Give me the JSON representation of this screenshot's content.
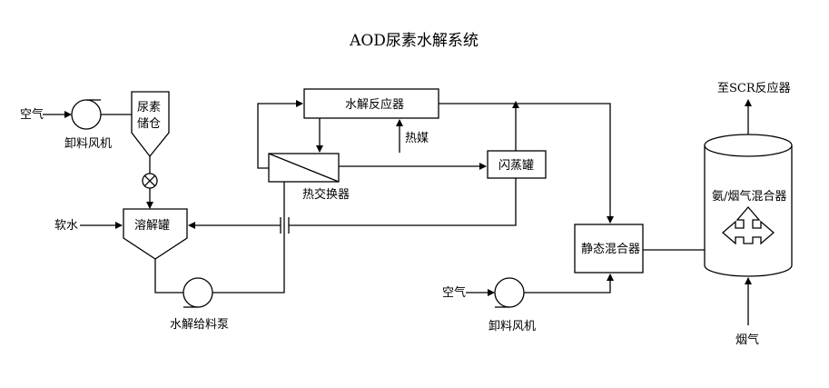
{
  "title": "AOD尿素水解系统",
  "nodes": {
    "air_left": "空气",
    "unload_fan_left": "卸料风机",
    "urea_storage_line1": "尿素",
    "urea_storage_line2": "储仓",
    "soft_water": "软水",
    "dissolving_tank": "溶解罐",
    "hydrolysis_feed_pump": "水解给料泵",
    "hydrolysis_reactor": "水解反应器",
    "heat_medium": "热媒",
    "heat_exchanger": "热交换器",
    "flash_tank": "闪蒸罐",
    "static_mixer": "静态混合器",
    "air_right": "空气",
    "unload_fan_right": "卸料风机",
    "to_scr": "至SCR反应器",
    "ammonia_flue_mixer": "氨/烟气混合器",
    "flue_gas": "烟气"
  }
}
